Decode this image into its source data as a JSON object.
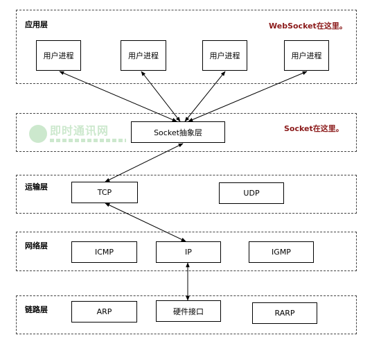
{
  "layers": {
    "application": {
      "label": "应用层",
      "note": "WebSocket在这里。"
    },
    "socket": {
      "note": "Socket在这里。"
    },
    "transport": {
      "label": "运输层"
    },
    "network": {
      "label": "网络层"
    },
    "link": {
      "label": "链路层"
    }
  },
  "boxes": {
    "user_process_1": "用户进程",
    "user_process_2": "用户进程",
    "user_process_3": "用户进程",
    "user_process_4": "用户进程",
    "socket_abstraction": "Socket抽象层",
    "tcp": "TCP",
    "udp": "UDP",
    "icmp": "ICMP",
    "ip": "IP",
    "igmp": "IGMP",
    "arp": "ARP",
    "hardware_interface": "硬件接口",
    "rarp": "RARP"
  },
  "watermark": {
    "text": "即时通讯网"
  },
  "colors": {
    "note": "#8b1a1a",
    "watermark": "#4caf50"
  }
}
